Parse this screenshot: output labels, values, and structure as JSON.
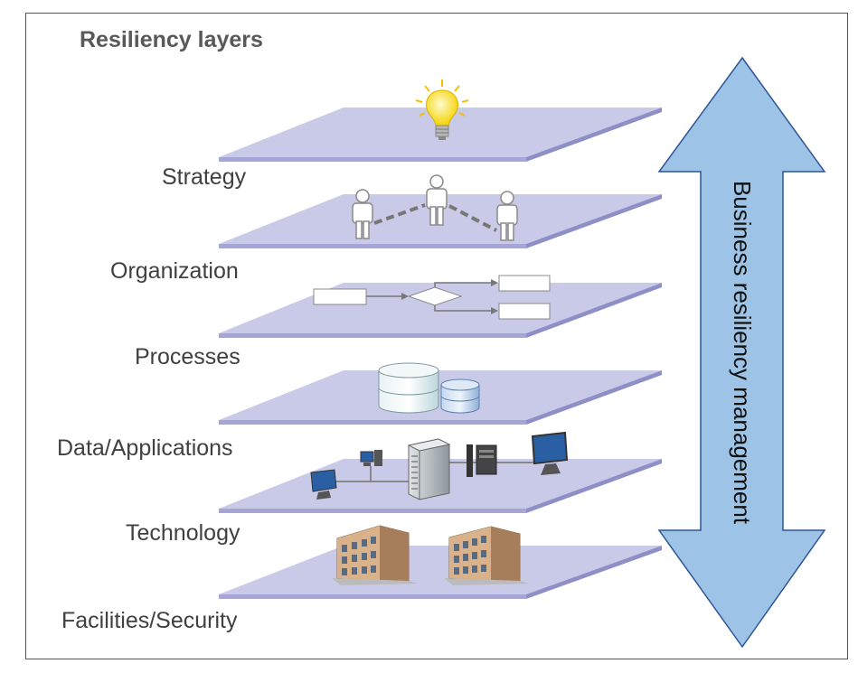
{
  "title": "Resiliency layers",
  "arrow_label": "Business resiliency management",
  "layers": [
    {
      "label": "Strategy",
      "icon": "lightbulb-icon"
    },
    {
      "label": "Organization",
      "icon": "people-network-icon"
    },
    {
      "label": "Processes",
      "icon": "process-flow-icon"
    },
    {
      "label": "Data/Applications",
      "icon": "database-icon"
    },
    {
      "label": "Technology",
      "icon": "network-computers-icon"
    },
    {
      "label": "Facilities/Security",
      "icon": "buildings-icon"
    }
  ],
  "colors": {
    "layer_fill": "#c9c9e8",
    "layer_edge": "#9e9ed0",
    "arrow_fill": "#9dc3e6",
    "arrow_stroke": "#2f5597"
  }
}
